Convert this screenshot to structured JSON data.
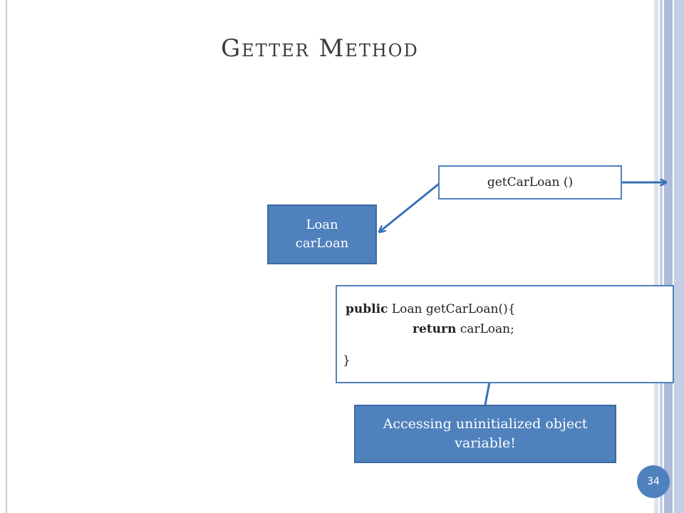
{
  "slide": {
    "title": "Getter Method",
    "page_number": "34"
  },
  "method_box": {
    "label": "getCarLoan ()"
  },
  "variable_box": {
    "line1": "Loan",
    "line2": "carLoan"
  },
  "code": {
    "line1_keyword": "public",
    "line1_rest": " Loan getCarLoan(){",
    "line2_keyword": "return",
    "line2_rest": " carLoan;",
    "line3": "}"
  },
  "note": {
    "text": "Accessing uninitialized object variable!"
  },
  "colors": {
    "accent": "#4f81bd",
    "box_border": "#3a6aa3",
    "title": "#3b3b3b"
  }
}
